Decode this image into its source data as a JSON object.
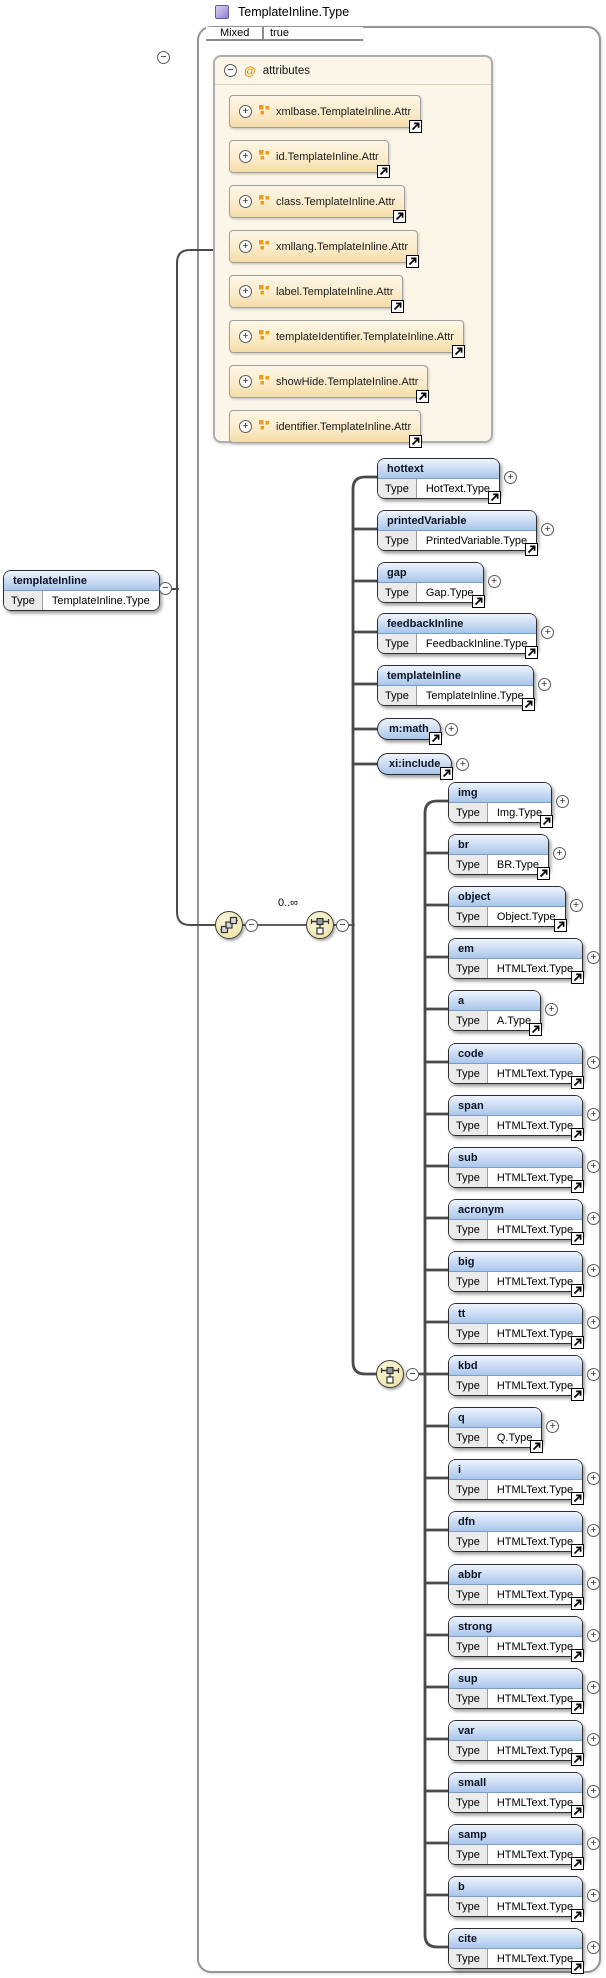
{
  "complex_type": {
    "title": "TemplateInline.Type",
    "mixed_label": "Mixed",
    "mixed_value": "true"
  },
  "attributes_group": {
    "at_icon": "@",
    "label": "attributes",
    "items": [
      "xmlbase.TemplateInline.Attr",
      "id.TemplateInline.Attr",
      "class.TemplateInline.Attr",
      "xmllang.TemplateInline.Attr",
      "label.TemplateInline.Attr",
      "templateIdentifier.TemplateInline.Attr",
      "showHide.TemplateInline.Attr",
      "identifier.TemplateInline.Attr"
    ]
  },
  "root_element": {
    "name": "templateInline",
    "type": "TemplateInline.Type"
  },
  "labels": {
    "type": "Type",
    "occurrence": "0..∞"
  },
  "icons": {
    "plus": "+",
    "minus": "−"
  },
  "choice_group_1": {
    "items": [
      {
        "name": "hottext",
        "type": "HotText.Type"
      },
      {
        "name": "printedVariable",
        "type": "PrintedVariable.Type"
      },
      {
        "name": "gap",
        "type": "Gap.Type"
      },
      {
        "name": "feedbackInline",
        "type": "FeedbackInline.Type"
      },
      {
        "name": "templateInline",
        "type": "TemplateInline.Type"
      },
      {
        "name": "m:math"
      },
      {
        "name": "xi:include"
      }
    ]
  },
  "choice_group_2": {
    "items": [
      {
        "name": "img",
        "type": "Img.Type"
      },
      {
        "name": "br",
        "type": "BR.Type"
      },
      {
        "name": "object",
        "type": "Object.Type"
      },
      {
        "name": "em",
        "type": "HTMLText.Type"
      },
      {
        "name": "a",
        "type": "A.Type"
      },
      {
        "name": "code",
        "type": "HTMLText.Type"
      },
      {
        "name": "span",
        "type": "HTMLText.Type"
      },
      {
        "name": "sub",
        "type": "HTMLText.Type"
      },
      {
        "name": "acronym",
        "type": "HTMLText.Type"
      },
      {
        "name": "big",
        "type": "HTMLText.Type"
      },
      {
        "name": "tt",
        "type": "HTMLText.Type"
      },
      {
        "name": "kbd",
        "type": "HTMLText.Type"
      },
      {
        "name": "q",
        "type": "Q.Type"
      },
      {
        "name": "i",
        "type": "HTMLText.Type"
      },
      {
        "name": "dfn",
        "type": "HTMLText.Type"
      },
      {
        "name": "abbr",
        "type": "HTMLText.Type"
      },
      {
        "name": "strong",
        "type": "HTMLText.Type"
      },
      {
        "name": "sup",
        "type": "HTMLText.Type"
      },
      {
        "name": "var",
        "type": "HTMLText.Type"
      },
      {
        "name": "small",
        "type": "HTMLText.Type"
      },
      {
        "name": "samp",
        "type": "HTMLText.Type"
      },
      {
        "name": "b",
        "type": "HTMLText.Type"
      },
      {
        "name": "cite",
        "type": "HTMLText.Type"
      }
    ]
  },
  "colors": {
    "element_header_top": "#eef4fd",
    "element_header_bottom": "#a9c6ec",
    "attribute_box_top": "#fdf6e6",
    "attribute_box_bottom": "#f5dca7",
    "attribute_group_bg": "#fbf6e8",
    "attribute_icon_orange": "#ef9b1b",
    "compositor_fill": "#efe8b2",
    "complex_type_icon_purple": "#b3a2e0",
    "connector": "#4a4a4a"
  }
}
